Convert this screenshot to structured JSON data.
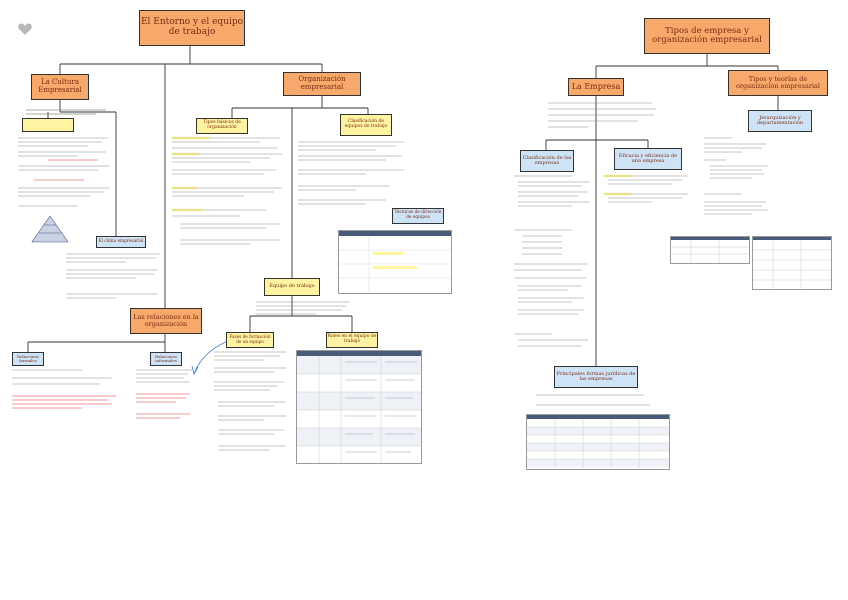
{
  "main_left": {
    "title": "El Entorno y el equipo de trabajo"
  },
  "main_right": {
    "title": "Tipos de empresa y organización empresarial"
  },
  "cultura": {
    "title": "La Cultura Empresarial"
  },
  "org": {
    "title": "Organización empresarial"
  },
  "tipos_basicos": {
    "title": "Tipos básicos de organización"
  },
  "clasif_equipos": {
    "title": "Clasificación de equipos de trabajo"
  },
  "relaciones": {
    "title": "Las relaciones en la organización"
  },
  "equipo": {
    "title": "Equipo de trabajo"
  },
  "formacion": {
    "title": "Fases de formación de un equipo"
  },
  "roles": {
    "title": "Roles en el equipo de trabajo"
  },
  "tecnicas": {
    "title": "Técnicas de dirección de equipos"
  },
  "clima": {
    "title": "El clima empresarial"
  },
  "rel_formales": {
    "title": "Relaciones formales"
  },
  "rel_informales": {
    "title": "Relaciones informales"
  },
  "empresa": {
    "title": "La Empresa"
  },
  "teorias": {
    "title": "Tipos y teorías de organización empresarial"
  },
  "clasif_emp": {
    "title": "Clasificación de las empresas"
  },
  "eficacia": {
    "title": "Eficacia y eficiencia de una empresa"
  },
  "formas_juridicas": {
    "title": "Principales formas jurídicas de las empresas"
  },
  "departamentacion": {
    "title": "Jerarquización y departamentación"
  },
  "colors": {
    "orange": "#f6a96b",
    "yellow": "#fdf3a0",
    "blue": "#cfe3f7",
    "red": "#d8322b"
  }
}
